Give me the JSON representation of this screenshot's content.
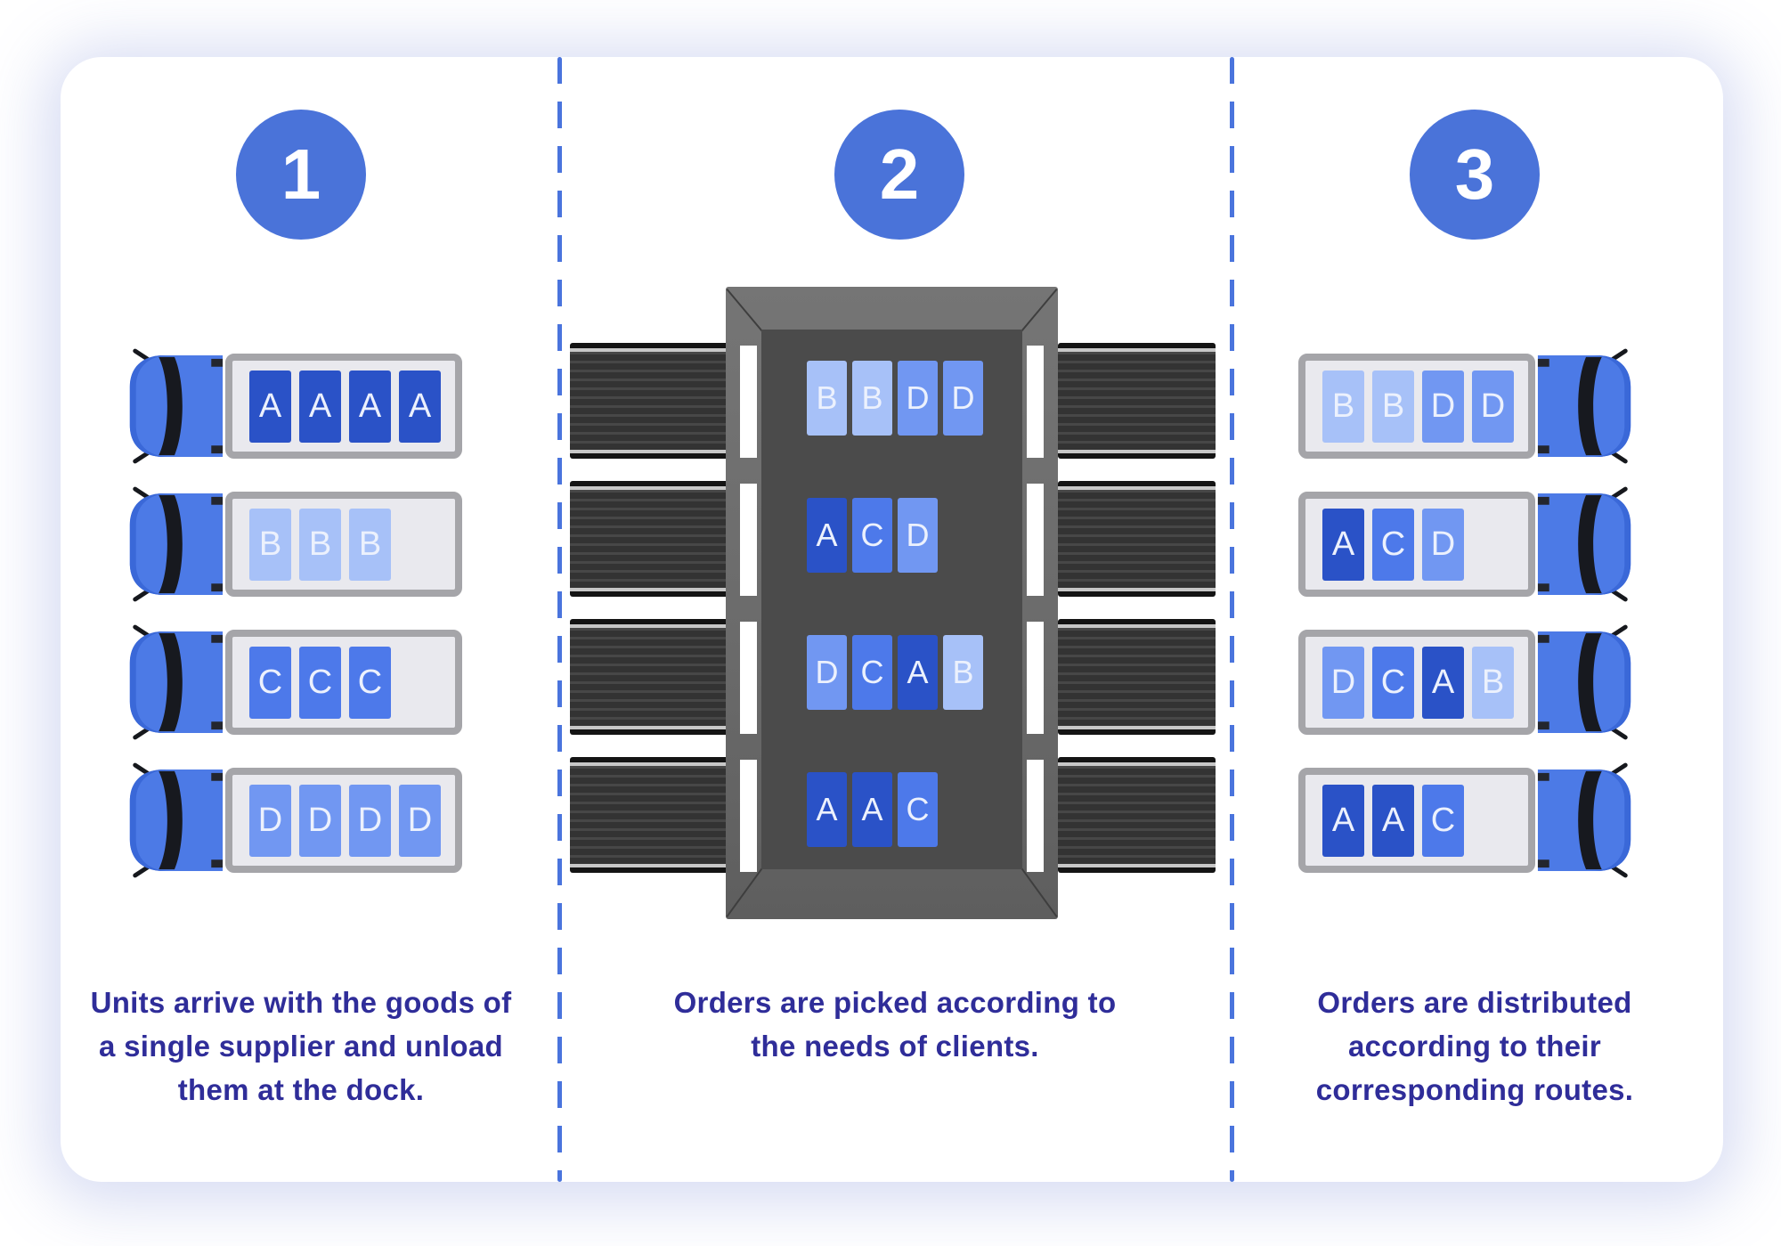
{
  "colors": {
    "step_circle": "#4a73d9",
    "divider": "#4a74dd",
    "caption_text": "#2f2d99",
    "block_A": "#2a52c7",
    "block_B": "#a7c1f8",
    "block_C": "#4d79ea",
    "block_D": "#7197f2",
    "truck_cab": "#4c7ae6",
    "dock_frame": "#6e6e6e",
    "dock_face": "#4b4b4b"
  },
  "steps": [
    {
      "number": "1",
      "caption": "Units arrive with the goods of a single supplier and unload them at the dock.",
      "trucks": [
        {
          "blocks": [
            "A",
            "A",
            "A",
            "A"
          ]
        },
        {
          "blocks": [
            "B",
            "B",
            "B"
          ]
        },
        {
          "blocks": [
            "C",
            "C",
            "C"
          ]
        },
        {
          "blocks": [
            "D",
            "D",
            "D",
            "D"
          ]
        }
      ]
    },
    {
      "number": "2",
      "caption": "Orders are picked according to the needs of clients.",
      "dock_rows": [
        [
          "B",
          "B",
          "D",
          "D"
        ],
        [
          "A",
          "C",
          "D"
        ],
        [
          "D",
          "C",
          "A",
          "B"
        ],
        [
          "A",
          "A",
          "C"
        ]
      ]
    },
    {
      "number": "3",
      "caption": "Orders are distributed according to their corresponding routes.",
      "trucks": [
        {
          "blocks": [
            "B",
            "B",
            "D",
            "D"
          ]
        },
        {
          "blocks": [
            "A",
            "C",
            "D"
          ]
        },
        {
          "blocks": [
            "D",
            "C",
            "A",
            "B"
          ]
        },
        {
          "blocks": [
            "A",
            "A",
            "C"
          ]
        }
      ]
    }
  ]
}
